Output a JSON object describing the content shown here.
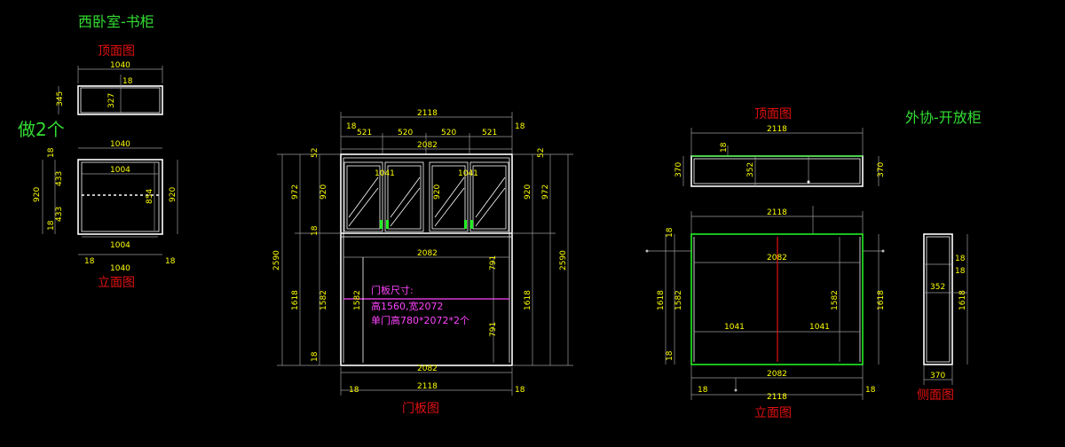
{
  "titles": {
    "left_title": "西卧室-书柜",
    "left_top_view": "顶面图",
    "make_two": "做2个",
    "left_elevation": "立面图",
    "door_panel_view": "门板图",
    "right_title": "外协-开放柜",
    "right_top_view": "顶面图",
    "right_elevation": "立面图",
    "side_view": "侧面图"
  },
  "door_note": {
    "line1": "门板尺寸:",
    "line2": "高1560,宽2072",
    "line3": "单门高780*2072*2个"
  },
  "dims": {
    "a_top_w": "1040",
    "a_top_h": "345",
    "a_top_inner": "327",
    "a_top_18": "18",
    "a_el_w_top": "1040",
    "a_el_inner_top": "1004",
    "a_el_inner_bot": "1004",
    "a_el_w_bot": "1040",
    "a_el_h_left": "920",
    "a_el_h_right": "920",
    "a_433_top": "433",
    "a_433_bot": "433",
    "a_854": "854",
    "a_18_a": "18",
    "a_18_b": "18",
    "a_18_c": "18",
    "a_18_d": "18",
    "b_2118_top": "2118",
    "b_18_tl": "18",
    "b_18_tr": "18",
    "b_521_l": "521",
    "b_520_a": "520",
    "b_520_b": "520",
    "b_521_r": "521",
    "b_2082_top": "2082",
    "b_2082_mid": "2082",
    "b_2082_bot": "2082",
    "b_2118_bot": "2118",
    "b_18_bl": "18",
    "b_18_br": "18",
    "b_2590_l": "2590",
    "b_2590_r": "2590",
    "b_972_l": "972",
    "b_972_r": "972",
    "b_1618_l": "1618",
    "b_1618_r": "1618",
    "b_52_l": "52",
    "b_52_r": "52",
    "b_920_l": "920",
    "b_920_r": "920",
    "b_920_c": "920",
    "b_1582_l": "1582",
    "b_1582_c": "1582",
    "b_18_l1": "18",
    "b_18_l2": "18",
    "b_1041_a": "1041",
    "b_1041_b": "1041",
    "b_791_top": "791",
    "b_791_bot": "791",
    "c_top_2118": "2118",
    "c_top_370_l": "370",
    "c_top_370_r": "370",
    "c_top_352": "352",
    "c_top_18": "18",
    "c_el_2118_top": "2118",
    "c_el_2082_in": "2082",
    "c_el_2082_bot": "2082",
    "c_el_2118_bot": "2118",
    "c_el_1618_l": "1618",
    "c_el_1618_r": "1618",
    "c_el_1582_l": "1582",
    "c_el_1582_r": "1582",
    "c_el_1041_l": "1041",
    "c_el_1041_r": "1041",
    "c_el_18_l": "18",
    "c_el_18_r": "18",
    "c_el_18_lt": "18",
    "c_el_18_lb": "18",
    "d_352": "352",
    "d_370": "370",
    "d_1618": "1618",
    "d_18_a": "18",
    "d_18_b": "18"
  }
}
